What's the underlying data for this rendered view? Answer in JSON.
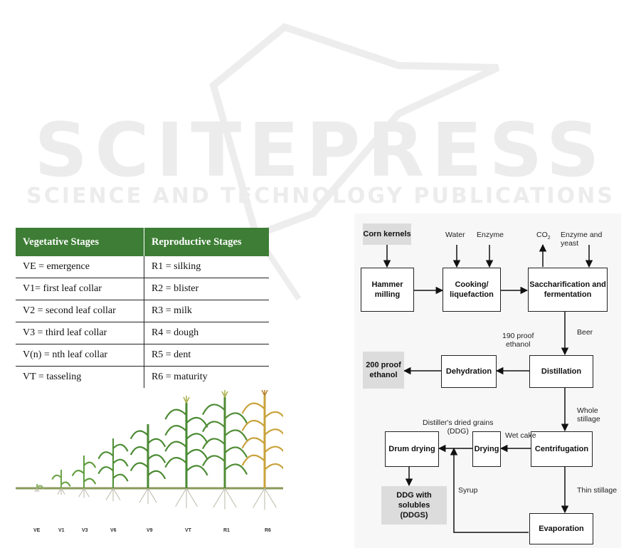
{
  "watermark": {
    "title": "SCITEPRESS",
    "subtitle": "SCIENCE AND TECHNOLOGY PUBLICATIONS"
  },
  "stage_table": {
    "headers": [
      "Vegetative Stages",
      "Reproductive Stages"
    ],
    "rows": [
      [
        "VE = emergence",
        "R1 = silking"
      ],
      [
        "V1= first leaf collar",
        "R2 = blister"
      ],
      [
        "V2 = second leaf collar",
        "R3 = milk"
      ],
      [
        "V3 = third leaf collar",
        "R4 = dough"
      ],
      [
        "V(n) = nth leaf collar",
        "R5 = dent"
      ],
      [
        "VT = tasseling",
        "R6 = maturity"
      ]
    ]
  },
  "growth_figure": {
    "stage_labels": [
      "VE",
      "V1",
      "V3",
      "V6",
      "V9",
      "VT",
      "R1",
      "R6"
    ]
  },
  "flow": {
    "nodes": {
      "corn": "Corn kernels",
      "hammer": "Hammer\nmilling",
      "cooking": "Cooking/\nliquefaction",
      "sacch": "Saccharification and\nfermentation",
      "distill": "Distillation",
      "dehyd": "Dehydration",
      "ethanol200": "200 proof\nethanol",
      "centri": "Centrifugation",
      "drying": "Drying",
      "drum": "Drum drying",
      "ddgs": "DDG with solubles\n(DDGS)",
      "evap": "Evaporation"
    },
    "labels": {
      "water": "Water",
      "enzyme": "Enzyme",
      "co2": "CO",
      "co2_sub": "2",
      "enzyme_yeast": "Enzyme and yeast",
      "beer": "Beer",
      "proof190": "190 proof\nethanol",
      "whole_stillage": "Whole stillage",
      "ddg": "Distiller's dried grains\n(DDG)",
      "wet_cake": "Wet cake",
      "thin_stillage": "Thin stillage",
      "syrup": "Syrup"
    }
  }
}
